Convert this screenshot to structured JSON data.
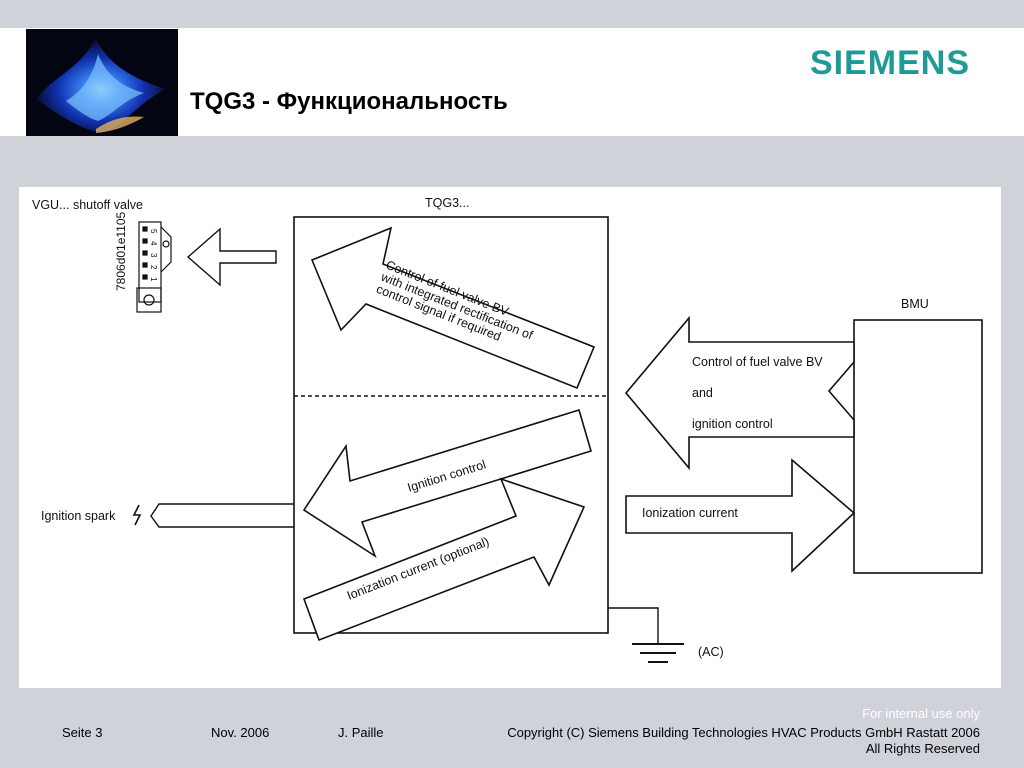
{
  "header": {
    "title": "TQG3 - Функциональность",
    "brand": "SIEMENS",
    "brand_color": "#1f9a96",
    "logo_icon": "blue-flame-image"
  },
  "diagram": {
    "vgu_label": "VGU... shutoff valve",
    "connector_code": "7806d01e1105",
    "connector_pins": [
      "5",
      "4",
      "3",
      "2",
      "1"
    ],
    "tqg3_label": "TQG3...",
    "bmu_label": "BMU",
    "arrow_fuel_valve_lines": [
      "Control of fuel valve BV",
      "with integrated rectification of",
      "control signal if required"
    ],
    "arrow_ignition_label": "Ignition control",
    "arrow_ionization_optional_label": "Ionization current (optional)",
    "bmu_control_lines": [
      "Control of fuel valve BV",
      "and",
      "ignition control"
    ],
    "bmu_ionization_label": "Ionization current",
    "ignition_spark_label": "Ignition spark",
    "ground_label": "(AC)"
  },
  "footer": {
    "page": "Seite 3",
    "date": "Nov. 2006",
    "author": "J. Paille",
    "internal_note": "For internal use only",
    "copyright": "Copyright (C) Siemens Building Technologies HVAC Products GmbH Rastatt 2006",
    "rights": "All Rights Reserved"
  }
}
